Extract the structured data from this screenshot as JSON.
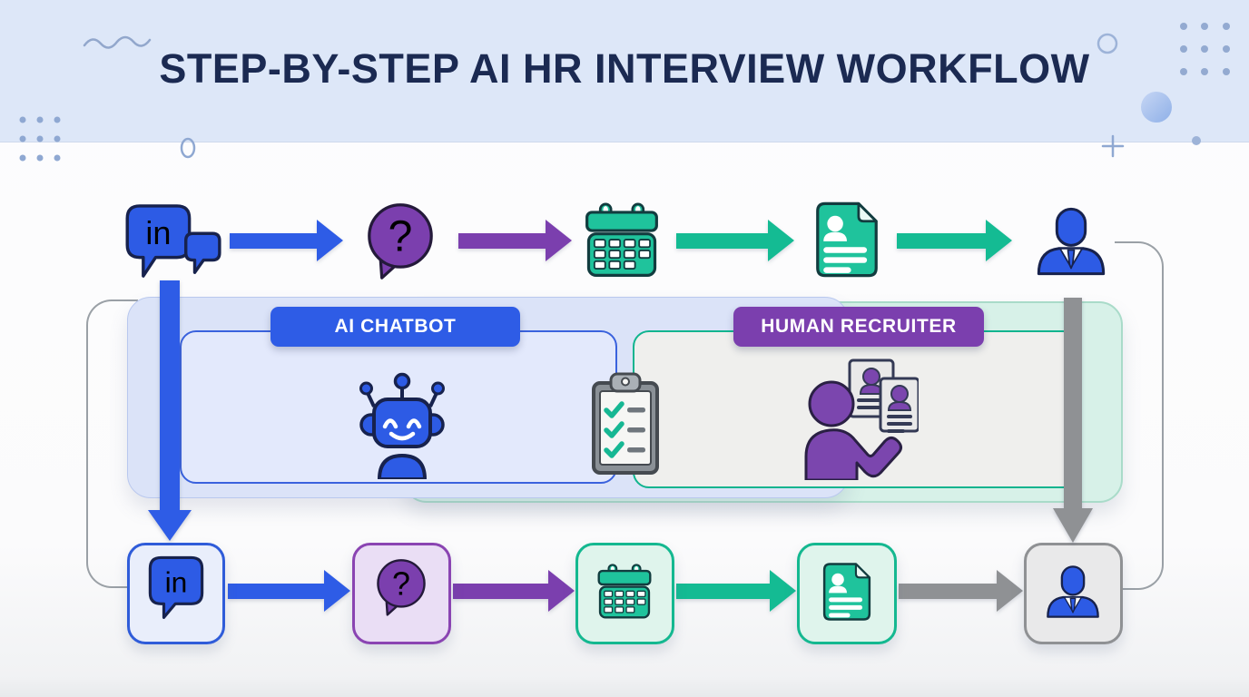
{
  "header": {
    "title": "STEP-BY-STEP AI HR INTERVIEW WORKFLOW",
    "background_color": "#dde7f8",
    "title_color": "#1b2a52",
    "decoration_icons": [
      "squiggle-icon",
      "dot-grid-icon",
      "circle-outline-icon",
      "gradient-circle-icon",
      "plus-icon",
      "dot-icon"
    ]
  },
  "colors": {
    "blue": "#2e5ce6",
    "purple": "#7b3fae",
    "teal": "#14bb93",
    "gray": "#8f9194",
    "outline_navy": "#17224d"
  },
  "icons": {
    "linkedin_text": "in",
    "question_mark": "?"
  },
  "top_flow": {
    "steps": [
      "linkedin-chat-icon",
      "question-bubble-icon",
      "calendar-icon",
      "resume-icon",
      "candidate-icon"
    ],
    "arrow_colors": [
      "#2e5ce6",
      "#7b3fae",
      "#14bb93",
      "#14bb93"
    ]
  },
  "panels": {
    "ai_chatbot": {
      "label": "AI CHATBOT",
      "badge_color": "#2e5ce6",
      "border_color": "#3a62dd",
      "icon": "robot-icon"
    },
    "human_recruiter": {
      "label": "HUMAN RECRUITER",
      "badge_color": "#7b3fae",
      "border_color": "#10b48f",
      "icon": "recruiter-review-icon"
    },
    "between_icon": "checklist-clipboard-icon"
  },
  "bottom_flow": {
    "steps": [
      {
        "icon": "linkedin-icon",
        "fill": "#e9eefb",
        "border": "#2f5cd9"
      },
      {
        "icon": "question-bubble-icon",
        "fill": "#eadef5",
        "border": "#8a44b2"
      },
      {
        "icon": "calendar-icon",
        "fill": "#dff4ec",
        "border": "#14b890"
      },
      {
        "icon": "resume-icon",
        "fill": "#dff4ec",
        "border": "#14b890"
      },
      {
        "icon": "candidate-icon",
        "fill": "#e9e9ea",
        "border": "#8f9194"
      }
    ],
    "arrow_colors": [
      "#2e5ce6",
      "#7b3fae",
      "#14bb93",
      "#8f9194"
    ]
  }
}
